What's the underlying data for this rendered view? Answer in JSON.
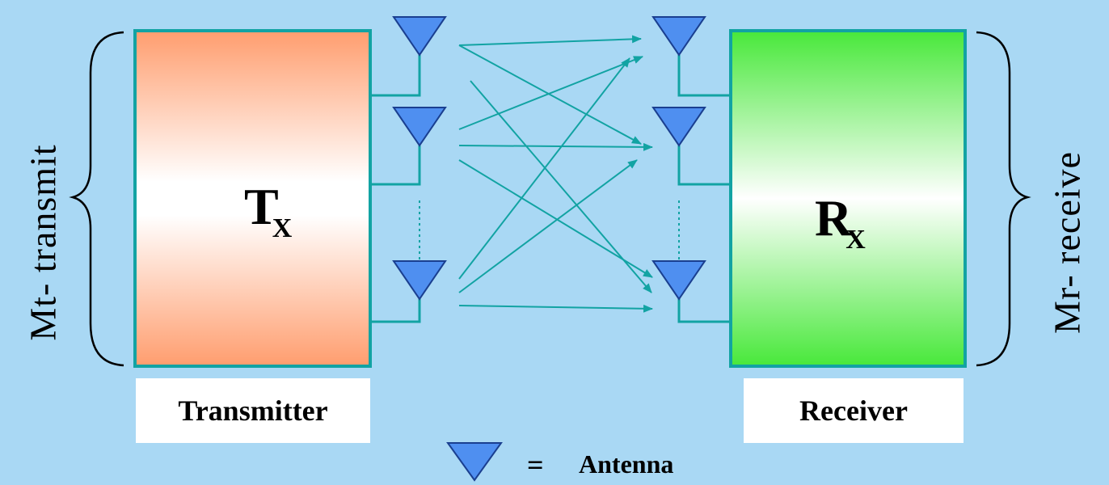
{
  "labels": {
    "left_side": "Mt-  transmit",
    "right_side": "Mr-  receive",
    "transmitter_caption": "Transmitter",
    "receiver_caption": "Receiver",
    "tx_main": "T",
    "tx_sub": "X",
    "rx_main": "R",
    "rx_sub": "X",
    "legend_equals": "=",
    "legend_text": "Antenna"
  },
  "colors": {
    "background": "#a9d8f4",
    "teal": "#12a3a3",
    "antenna_fill": "#4f8ff0",
    "antenna_stroke": "#1a3f90",
    "transmitter_gradient": "#ff9d6e",
    "receiver_gradient": "#48e83a"
  }
}
